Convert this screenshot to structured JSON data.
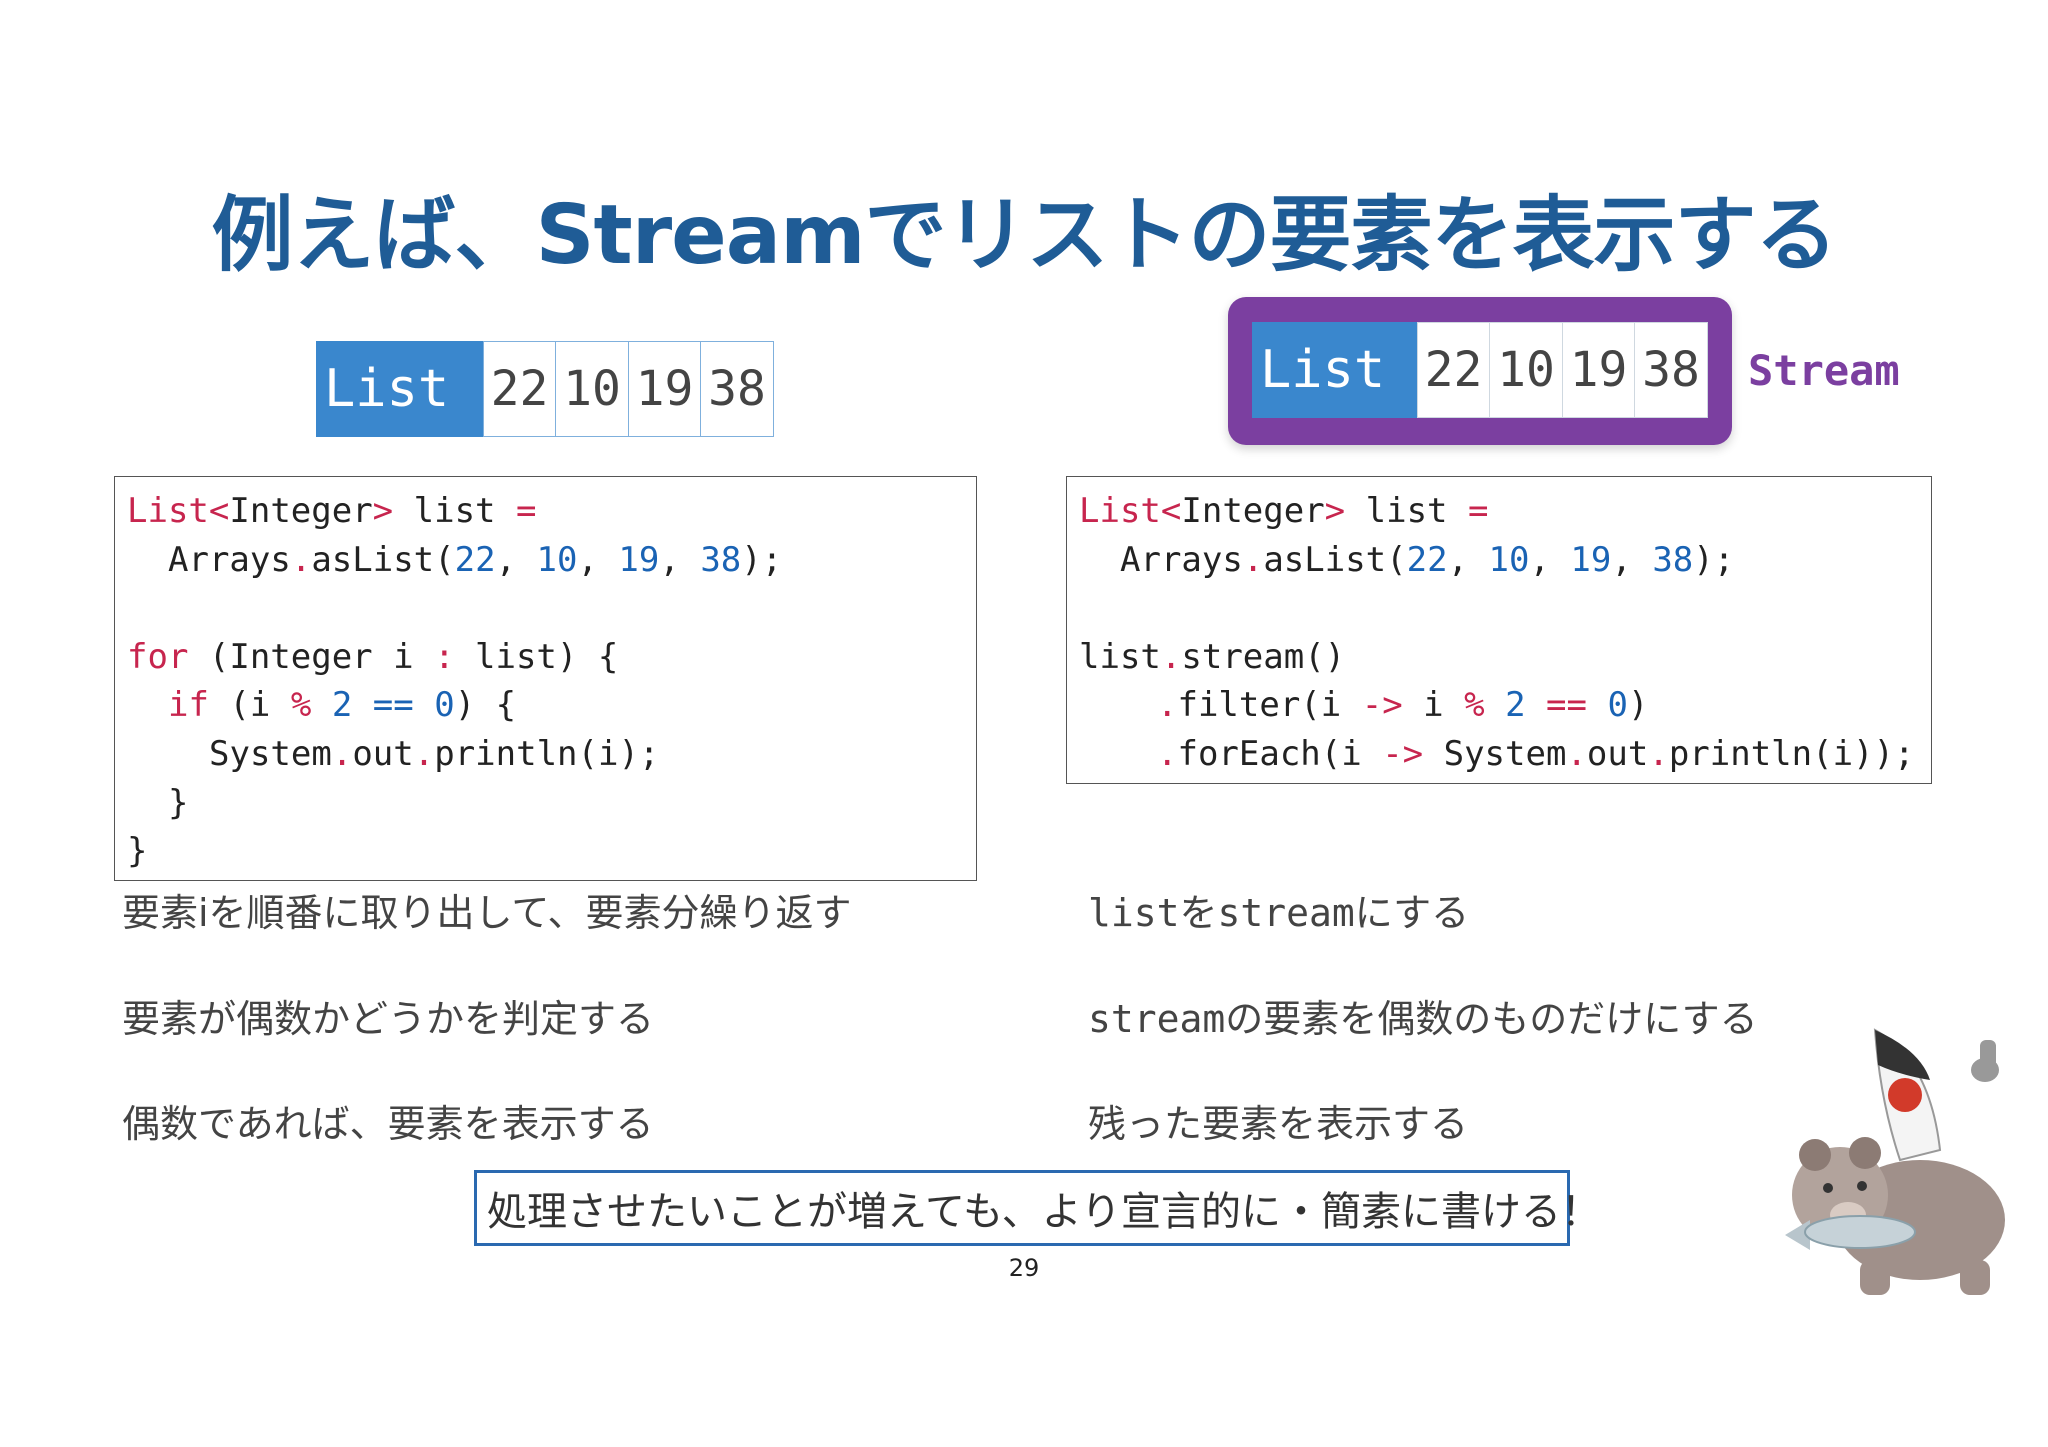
{
  "title": "例えば、Streamでリストの要素を表示する",
  "left_list": {
    "label": "List",
    "values": [
      "22",
      "10",
      "19",
      "38"
    ]
  },
  "right_list": {
    "label": "List",
    "values": [
      "22",
      "10",
      "19",
      "38"
    ],
    "stream_label": "Stream"
  },
  "code_left": {
    "l1": [
      "List",
      "<",
      "Integer",
      ">",
      " list ",
      "="
    ],
    "l2": [
      "Arrays",
      ".",
      "asList(",
      "22",
      ", ",
      "10",
      ", ",
      "19",
      ", ",
      "38",
      ");"
    ],
    "l4": [
      "for",
      " (Integer i ",
      ":",
      " list) {"
    ],
    "l5": [
      "if",
      " (i ",
      "%",
      " ",
      "2",
      " ",
      "==",
      " ",
      "0",
      ") {"
    ],
    "l6": [
      "System",
      ".",
      "out",
      ".",
      "println(i);"
    ],
    "l7": "}",
    "l8": "}"
  },
  "code_right": {
    "l1": [
      "List",
      "<",
      "Integer",
      ">",
      " list ",
      "="
    ],
    "l2": [
      "Arrays",
      ".",
      "asList(",
      "22",
      ", ",
      "10",
      ", ",
      "19",
      ", ",
      "38",
      ");"
    ],
    "l4": [
      "list",
      ".",
      "stream()"
    ],
    "l5": [
      ".",
      "filter(i ",
      "->",
      " i ",
      "%",
      " ",
      "2",
      " ",
      "==",
      " ",
      "0",
      ")"
    ],
    "l6": [
      ".",
      "forEach(i ",
      "->",
      " System",
      ".",
      "out",
      ".",
      "println(i));"
    ]
  },
  "explanations_left": [
    "要素iを順番に取り出して、要素分繰り返す",
    "要素が偶数かどうかを判定する",
    "偶数であれば、要素を表示する"
  ],
  "explanations_right": [
    "listをstreamにする",
    "streamの要素を偶数のものだけにする",
    "残った要素を表示する"
  ],
  "summary": "処理させたいことが増えても、より宣言的に・簡素に書ける！",
  "page_number": "29",
  "mascot_icon": "duke-and-bear-mascot"
}
